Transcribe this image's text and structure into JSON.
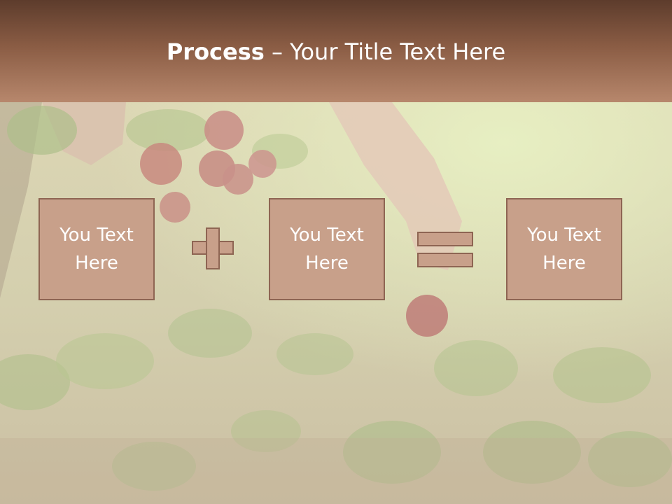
{
  "slide": {
    "title_strong": "Process",
    "title_rest": " – Your Title Text Here"
  },
  "boxes": [
    {
      "text": "You Text\nHere"
    },
    {
      "text": "You Text\nHere"
    },
    {
      "text": "You Text\nHere"
    }
  ],
  "operators": [
    "plus-icon",
    "equals-icon"
  ],
  "colors": {
    "header_dark": "#5d3c2c",
    "header_light": "#b7876c",
    "box_fill": "#c8a08a",
    "box_border": "#8e6553"
  }
}
